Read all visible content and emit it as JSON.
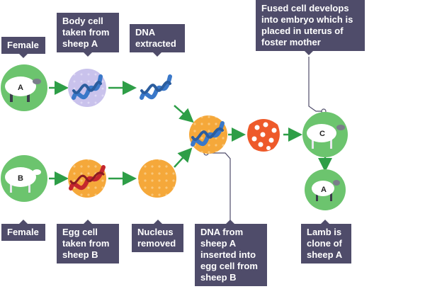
{
  "labels": {
    "female_a": "Female",
    "body_cell": "Body cell\ntaken from\nsheep A",
    "dna_extracted": "DNA\nextracted",
    "fused_cell": "Fused cell develops\ninto embryo which is\nplaced in uterus of\nfoster mother",
    "female_b": "Female",
    "egg_cell": "Egg cell\ntaken from\nsheep B",
    "nucleus_removed": "Nucleus\nremoved",
    "dna_inserted": "DNA from\nsheep A\ninserted into\negg cell from\nsheep B",
    "lamb_clone": "Lamb is\nclone of\nsheep A"
  },
  "sheep": {
    "a": "A",
    "b": "B",
    "c": "C",
    "lamb": "A"
  },
  "colors": {
    "green": "#6cc46e",
    "arrow": "#2e9e47",
    "label_bg": "#4f4c6a",
    "orange": "#f5a83a",
    "purple": "#c9c2ec",
    "dna_blue": "#3a78c9",
    "dna_red": "#c4262e",
    "embryo": "#ee5a2a",
    "connector": "#4f4c6a"
  }
}
